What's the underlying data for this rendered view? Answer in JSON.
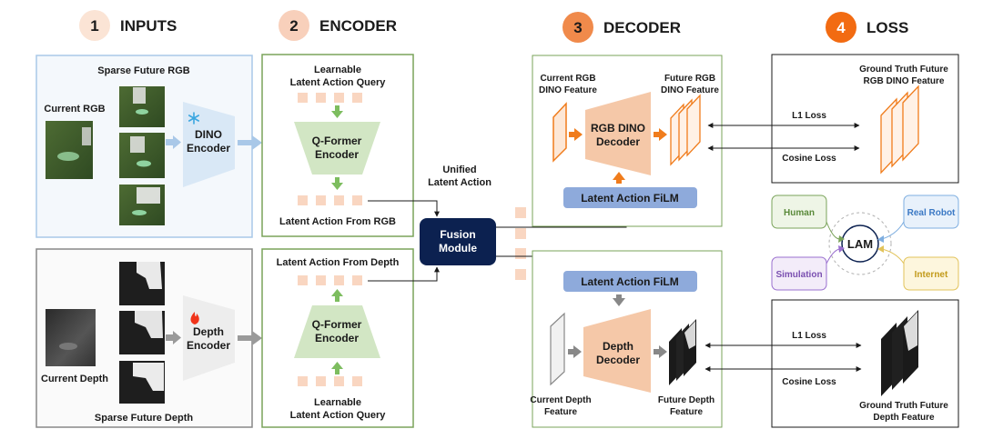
{
  "sections": [
    {
      "num": "1",
      "title": "INPUTS",
      "color": "#fbe4d5",
      "num_color": "#1a1a1a"
    },
    {
      "num": "2",
      "title": "ENCODER",
      "color": "#f8d0bb",
      "num_color": "#1a1a1a"
    },
    {
      "num": "3",
      "title": "DECODER",
      "color": "#f08a4b",
      "num_color": "#1a1a1a"
    },
    {
      "num": "4",
      "title": "LOSS",
      "color": "#f26b12",
      "num_color": "#ffffff"
    }
  ],
  "inputs": {
    "sparse_future_rgb": "Sparse Future RGB",
    "current_rgb": "Current RGB",
    "dino_encoder": [
      "DINO",
      "Encoder"
    ],
    "current_depth": "Current Depth",
    "sparse_future_depth": "Sparse Future Depth",
    "depth_encoder": [
      "Depth",
      "Encoder"
    ]
  },
  "encoder": {
    "learnable_query_top": [
      "Learnable",
      "Latent Action Query"
    ],
    "qformer_top": [
      "Q-Former",
      "Encoder"
    ],
    "latent_from_rgb": "Latent Action From RGB",
    "latent_from_depth": "Latent Action From Depth",
    "qformer_bottom": [
      "Q-Former",
      "Encoder"
    ],
    "learnable_query_bottom": [
      "Learnable",
      "Latent Action Query"
    ]
  },
  "fusion": {
    "unified": [
      "Unified",
      "Latent Action"
    ],
    "module": [
      "Fusion",
      "Module"
    ]
  },
  "decoder": {
    "current_rgb_feature": [
      "Current RGB",
      "DINO Feature"
    ],
    "future_rgb_feature": [
      "Future RGB",
      "DINO Feature"
    ],
    "rgb_decoder": [
      "RGB DINO",
      "Decoder"
    ],
    "film_top": "Latent Action FiLM",
    "film_bottom": "Latent Action FiLM",
    "depth_decoder": [
      "Depth",
      "Decoder"
    ],
    "current_depth_feature": [
      "Current Depth",
      "Feature"
    ],
    "future_depth_feature": [
      "Future Depth",
      "Feature"
    ]
  },
  "loss": {
    "gt_rgb": [
      "Ground Truth Future",
      "RGB DINO Feature"
    ],
    "l1_top": "L1 Loss",
    "cos_top": "Cosine Loss",
    "l1_bottom": "L1 Loss",
    "cos_bottom": "Cosine Loss",
    "gt_depth": [
      "Ground Truth Future",
      "Depth Feature"
    ]
  },
  "lam": {
    "center": "LAM",
    "human": "Human",
    "real_robot": "Real Robot",
    "simulation": "Simulation",
    "internet": "Internet"
  },
  "colors": {
    "orange": "#f07c1c",
    "peach": "#f5c8a8",
    "green_border": "#7aa35a",
    "blue_border": "#a9c8e8",
    "film": "#8eaadb",
    "fusion": "#0c2150",
    "qformer": "#d2e6c4"
  }
}
